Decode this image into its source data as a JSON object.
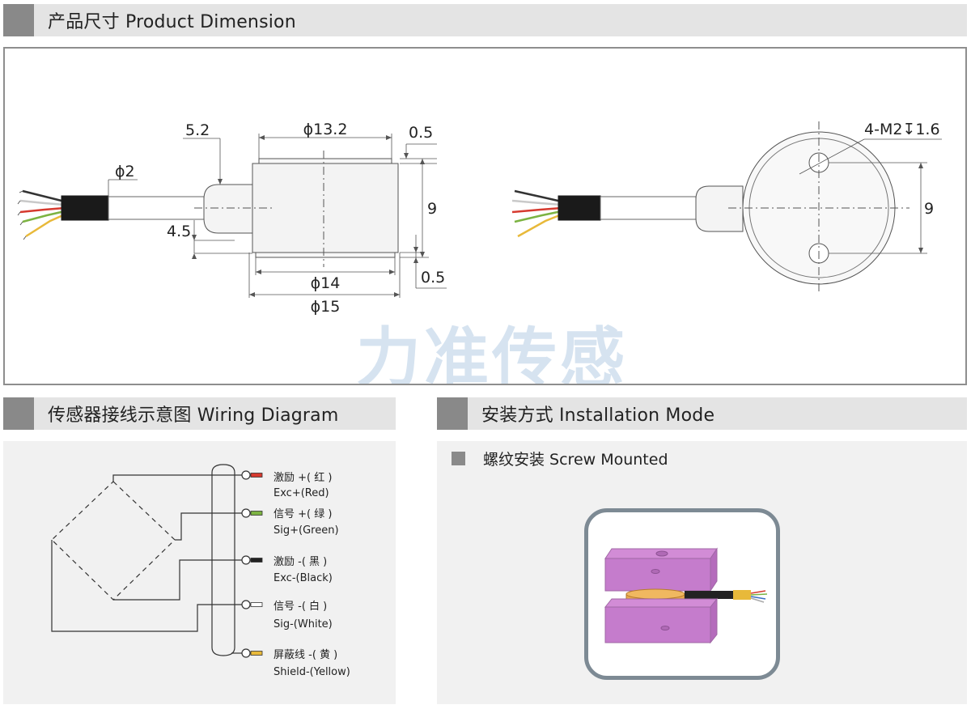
{
  "sections": {
    "product_dimension": "产品尺寸 Product Dimension",
    "wiring_diagram": "传感器接线示意图 Wiring Diagram",
    "installation_mode": "安装方式 Installation Mode"
  },
  "dimensions": {
    "cable_dia": "ϕ2",
    "boss_len": "5.2",
    "boss_offset": "4.5",
    "top_dia": "ϕ13.2",
    "step_top": "0.5",
    "height_side": "9",
    "step_bottom": "0.5",
    "body_dia": "ϕ14",
    "base_dia": "ϕ15",
    "thread": "4-M2↧1.6",
    "height_top": "9"
  },
  "watermark": "力准传感",
  "wiring": [
    {
      "cn": "激励 +( 红 )",
      "en": "Exc+(Red)",
      "color": "#d63a2f"
    },
    {
      "cn": "信号 +( 绿 )",
      "en": "Sig+(Green)",
      "color": "#7cb342"
    },
    {
      "cn": "激励 -( 黑 )",
      "en": "Exc-(Black)",
      "color": "#222222"
    },
    {
      "cn": "信号 -( 白 )",
      "en": "Sig-(White)",
      "color": "#ffffff"
    },
    {
      "cn": "屏蔽线 -( 黄 )",
      "en": "Shield-(Yellow)",
      "color": "#e8b93a"
    }
  ],
  "installation": {
    "method": "螺纹安装 Screw Mounted"
  }
}
